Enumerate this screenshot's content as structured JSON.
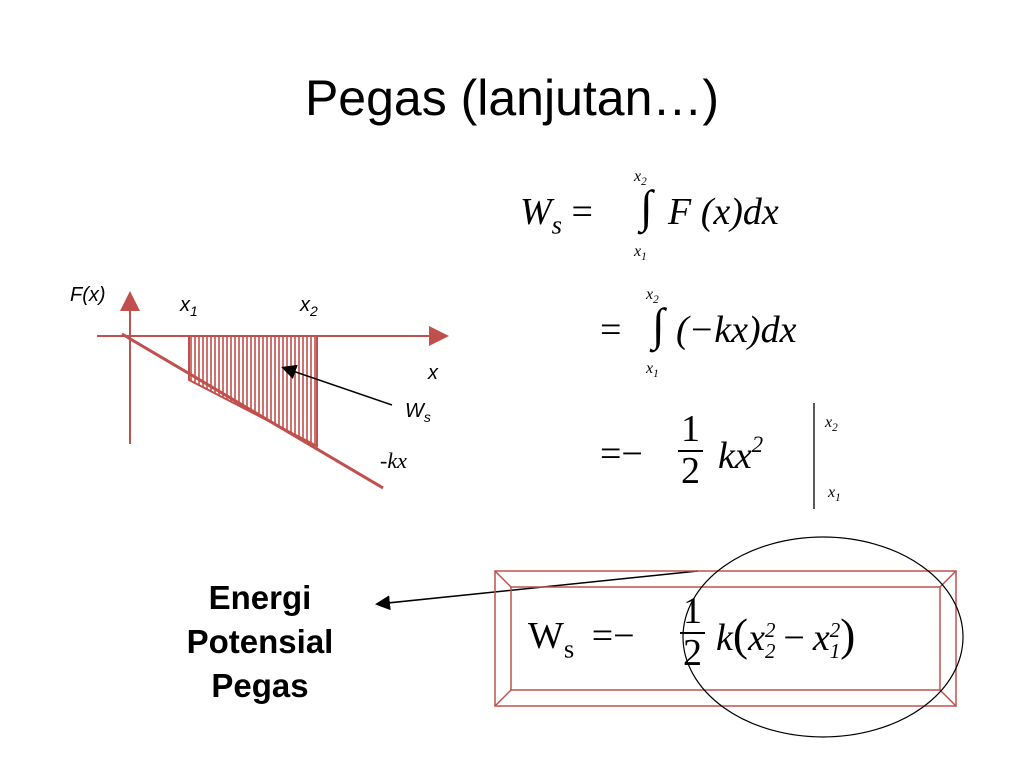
{
  "slide": {
    "title": "Pegas (lanjutan…)"
  },
  "graph": {
    "y_axis_label": "F(x)",
    "x1_label": "x",
    "x1_sub": "1",
    "x2_label": "x",
    "x2_sub": "2",
    "x_axis_label": "x",
    "ws_label": "W",
    "ws_sub": "s",
    "line_label": "-kx",
    "accent_color": "#c0504d"
  },
  "equations": {
    "eq1": {
      "lhs": "W",
      "lhs_sub": "s",
      "eq": "=",
      "upper": "x",
      "upper_sub": "2",
      "lower": "x",
      "lower_sub": "1",
      "body": "F (x)dx"
    },
    "eq2": {
      "eq": "=",
      "upper": "x",
      "upper_sub": "2",
      "lower": "x",
      "lower_sub": "1",
      "body": "(−kx)dx"
    },
    "eq3": {
      "eq": "=−",
      "num": "1",
      "den": "2",
      "body": "kx",
      "power": "2",
      "upper": "x",
      "upper_sub": "2",
      "lower": "x",
      "lower_sub": "1"
    },
    "final": {
      "lhs": "W",
      "lhs_sub": "s",
      "eq": "=−",
      "num": "1",
      "den": "2",
      "k": "k",
      "open": "(",
      "t1": "x",
      "t1_sub": "2",
      "t1_sup": "2",
      "minus": "−",
      "t2": "x",
      "t2_sub": "1",
      "t2_sup": "2",
      "close": ")"
    }
  },
  "callout": {
    "line1": "Energi",
    "line2": "Potensial",
    "line3": "Pegas"
  }
}
